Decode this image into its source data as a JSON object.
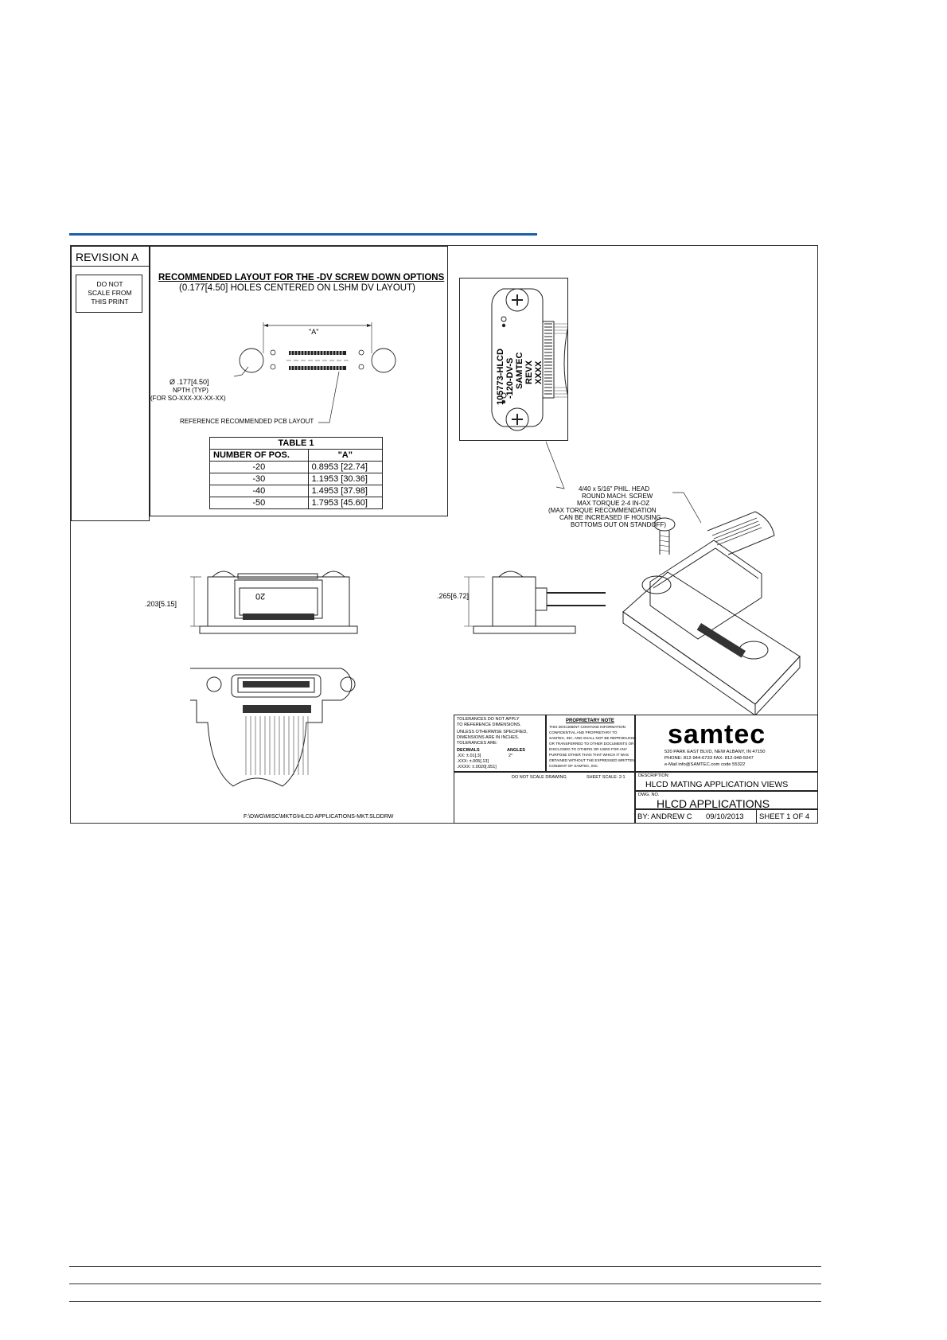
{
  "revision": "REVISION A",
  "do_not_scale": [
    "DO NOT",
    "SCALE FROM",
    "THIS PRINT"
  ],
  "layout": {
    "title": "RECOMMENDED LAYOUT FOR THE -DV SCREW DOWN OPTIONS",
    "subtitle": "(0.177[4.50] HOLES CENTERED ON LSHM DV LAYOUT)",
    "dim_a": "\"A\"",
    "hole_note": [
      "Ø .177[4.50]",
      "NPTH (TYP)",
      "(FOR SO-XXX-XX-XX-XX)"
    ],
    "pcb_note": "REFERENCE RECOMMENDED PCB LAYOUT"
  },
  "table1": {
    "title": "TABLE 1",
    "headers": [
      "NUMBER OF POS.",
      "\"A\""
    ],
    "rows": [
      [
        "-20",
        "0.8953 [22.74]"
      ],
      [
        "-30",
        "1.1953 [30.36]"
      ],
      [
        "-40",
        "1.4953 [37.98]"
      ],
      [
        "-50",
        "1.7953 [45.60]"
      ]
    ]
  },
  "label_text": [
    "105773-HLCD",
    "-120-DV-S",
    "SAMTEC",
    "REVX",
    "XXXX"
  ],
  "screw_note": [
    "4/40 x 5/16\" PHIL. HEAD",
    "ROUND MACH. SCREW",
    "MAX TORQUE 2-4 IN-OZ",
    "(MAX TORQUE RECOMMENDATION",
    "CAN BE INCREASED IF HOUSING",
    "BOTTOMS OUT ON STANDOFF)"
  ],
  "dims": {
    "left_height": ".203[5.15]",
    "right_height": ".265[6.72]",
    "part_marking": "20"
  },
  "file_path": "F:\\DWG\\MISC\\MKTG\\HLCD APPLICATIONS-MKT.SLDDRW",
  "title_block": {
    "tolerances": [
      "TOLERANCES DO NOT APPLY",
      "TO REFERENCE DIMENSIONS.",
      "UNLESS OTHERWISE SPECIFIED,",
      "DIMENSIONS ARE IN INCHES.",
      "TOLERANCES ARE:"
    ],
    "decimals_label": "DECIMALS",
    "angles_label": "ANGLES",
    "decimals": [
      ".XX: ±.01[.3]",
      ".XXX: ±.005[.13]",
      ".XXXX: ±.0020[.051]"
    ],
    "angles": "2°",
    "proprietary_title": "PROPRIETARY NOTE",
    "proprietary_text": [
      "THIS DOCUMENT CONTAINS INFORMATION",
      "CONFIDENTIAL AND PROPRIETARY TO",
      "SAMTEC, INC. AND SHALL NOT BE REPRODUCED",
      "OR TRANSFERRED TO OTHER DOCUMENTS OR",
      "DISCLOSED TO OTHERS OR USED FOR ANY",
      "PURPOSE OTHER THAN THAT WHICH IT WAS",
      "OBTAINED WITHOUT THE EXPRESSED WRITTEN",
      "CONSENT OF SAMTEC, INC."
    ],
    "logo": "samtec",
    "address": [
      "520 PARK EAST BLVD, NEW ALBANY, IN 47150",
      "PHONE: 812-944-6733    FAX: 812-948-5047",
      "e-Mail   info@SAMTEC.com      code  55322"
    ],
    "do_not_scale": "DO NOT SCALE DRAWING",
    "sheet_scale": "SHEET SCALE: 2:1",
    "description_label": "DESCRIPTION:",
    "description": "HLCD MATING APPLICATION VIEWS",
    "dwg_label": "DWG. NO.",
    "dwg_no": "HLCD APPLICATIONS",
    "by": "BY: ANDREW C",
    "date": "09/10/2013",
    "sheet": "SHEET 1 OF 4"
  }
}
